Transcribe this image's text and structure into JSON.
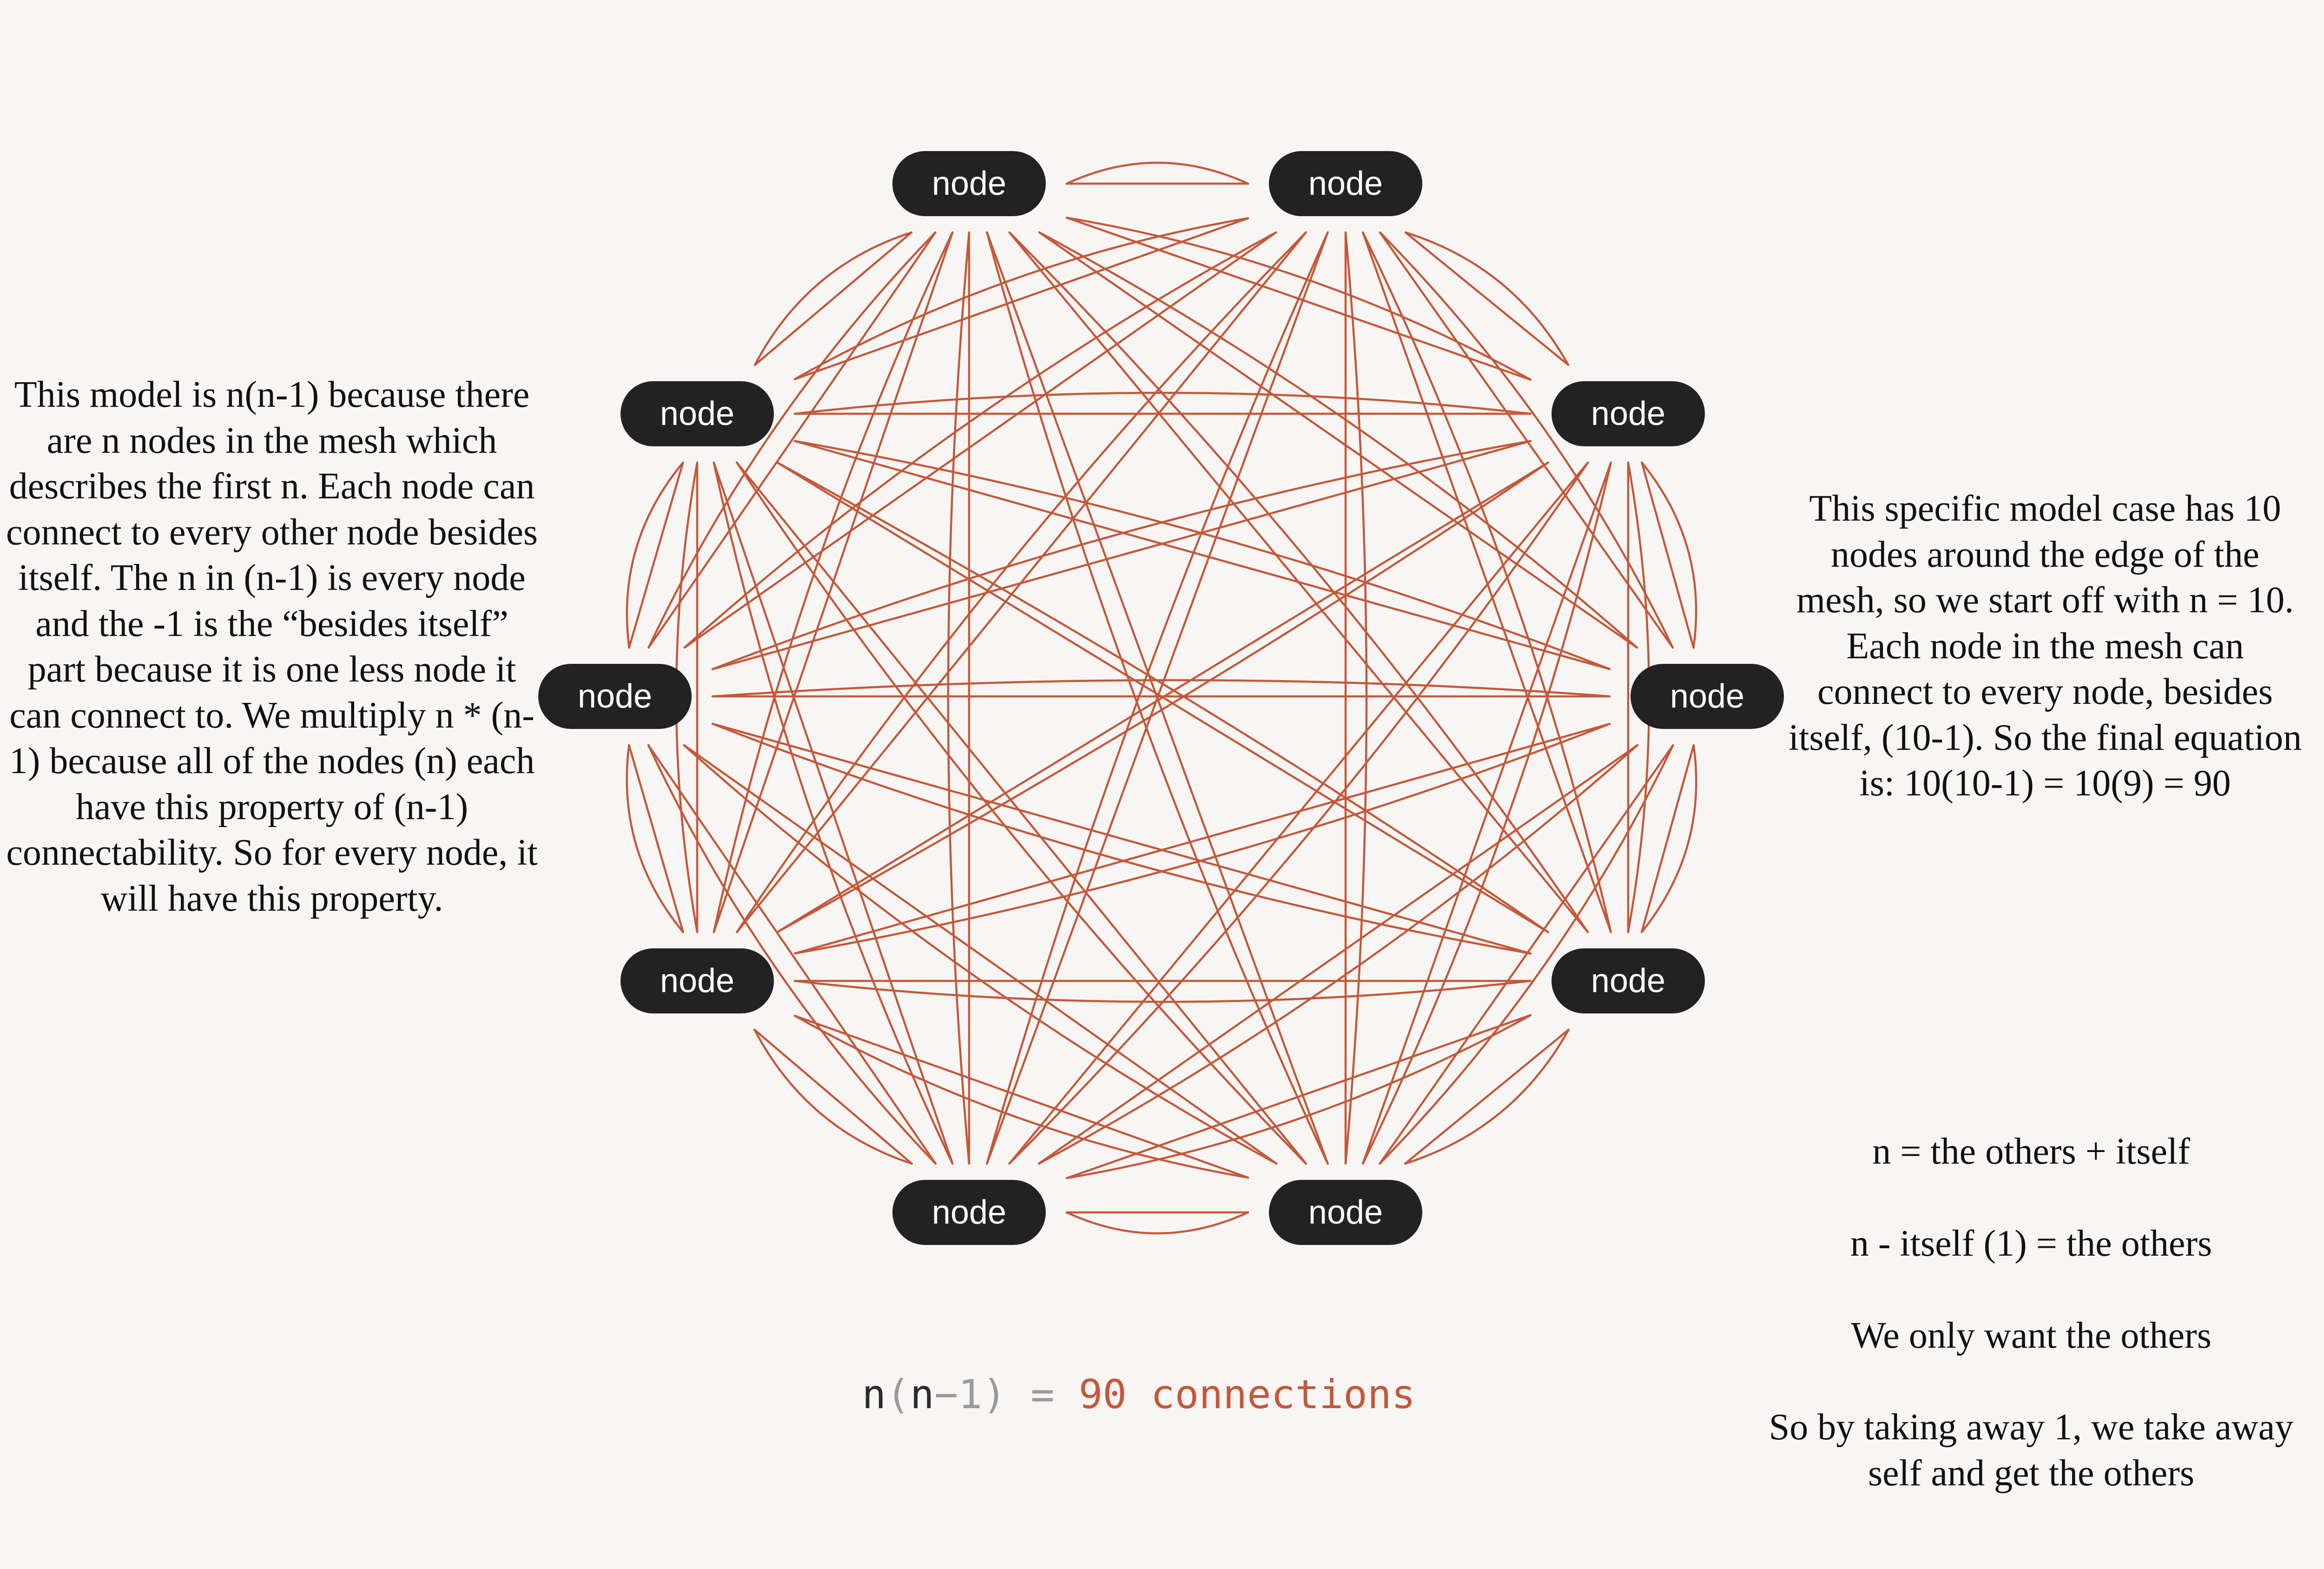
{
  "diagram": {
    "node_label": "node",
    "node_count": 10,
    "edge_color": "#c4583a",
    "node_color": "#222222",
    "background_color": "#f8f6f4"
  },
  "left_note": "This model is n(n-1) because there are n nodes in the mesh which describes the first n. Each node can connect to every other node besides itself. The n in (n-1) is every node and the -1 is the “besides itself” part because it is one less node it can connect to. We multiply n * (n-1) because all of the nodes (n) each have this property of (n-1) connectability. So for every node, it will have this property.",
  "right_note": "This specific model case has 10 nodes around the edge of the mesh, so we start off with n = 10. Each node in the mesh can connect to every node, besides itself, (10-1). So the final equation is: 10(10-1) = 10(9) = 90",
  "aside_notes": [
    "n = the others + itself",
    "n - itself (1) = the others",
    "We only want the others",
    "So by taking away 1, we take away self and get the others"
  ],
  "formula": {
    "n": "n",
    "open_paren": "(",
    "inner_n": "n",
    "minus_one": "−1",
    "close_paren": ")",
    "equals": " = ",
    "result": "90 connections"
  }
}
